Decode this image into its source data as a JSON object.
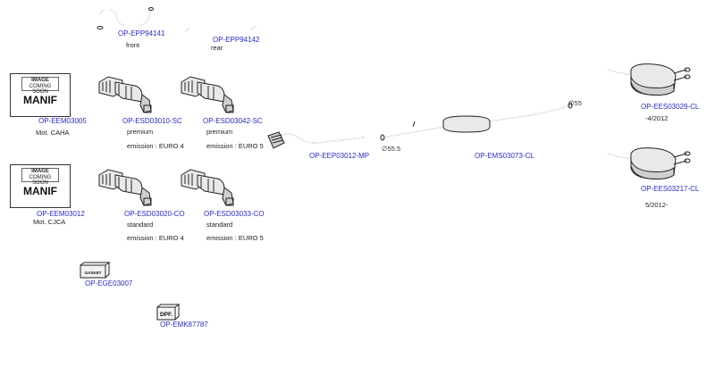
{
  "parts": {
    "epp94141": {
      "code": "OP-EPP94141",
      "note": "front"
    },
    "epp94142": {
      "code": "OP-EPP94142",
      "note": "rear"
    },
    "eem03005": {
      "code": "OP-EEM03005",
      "note": "Mot. CAHA"
    },
    "eem03012": {
      "code": "OP-EEM03012",
      "note": "Mot. CJCA"
    },
    "esd03010": {
      "code": "OP-ESD03010-SC",
      "grade": "premium",
      "emission": "emission : EURO 4"
    },
    "esd03042": {
      "code": "OP-ESD03042-SC",
      "grade": "premium",
      "emission": "emission : EURO 5"
    },
    "esd03020": {
      "code": "OP-ESD03020-CO",
      "grade": "standard",
      "emission": "emission : EURO 4"
    },
    "esd03033": {
      "code": "OP-ESD03033-CO",
      "grade": "standard",
      "emission": "emission : EURO 5"
    },
    "eep03012": {
      "code": "OP-EEP03012-MP"
    },
    "ems03073": {
      "code": "OP-EMS03073-CL",
      "dim_front": "∅55.5",
      "dim_rear": "∅55"
    },
    "ees03029": {
      "code": "OP-EES03029-CL",
      "note": "-4/2012"
    },
    "ees03217": {
      "code": "OP-EES03217-CL",
      "note": "5/2012-"
    },
    "ege03007": {
      "code": "OP-EGE03007",
      "icon_text": "GASKET"
    },
    "emk87787": {
      "code": "OP-EMK87787",
      "icon_text": "DPF."
    }
  },
  "placeholder": {
    "line1": "IMAGE",
    "line2": "COMING SOON",
    "label": "MANIF"
  }
}
